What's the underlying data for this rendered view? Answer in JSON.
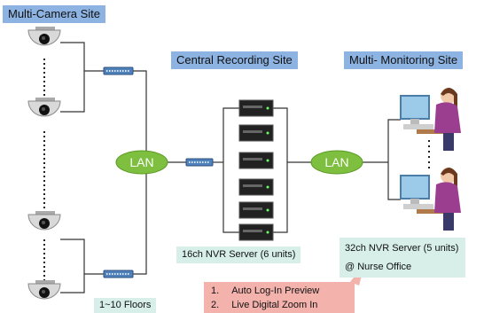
{
  "titles": {
    "camera_site": "Multi-Camera Site",
    "recording_site": "Central Recording Site",
    "monitoring_site": "Multi- Monitoring Site"
  },
  "lan": {
    "left": "LAN",
    "right": "LAN"
  },
  "boxes": {
    "nvr16": "16ch NVR Server (6 units)",
    "nvr32": "32ch NVR Server (5 units)",
    "nurse": "@ Nurse Office",
    "floors": "1~10 Floors"
  },
  "features": [
    {
      "num": "1.",
      "text": "Auto Log-In Preview"
    },
    {
      "num": "2.",
      "text": "Live Digital Zoom In"
    }
  ],
  "colors": {
    "title_bg": "#8db3e2",
    "lan_green": "#7fbf3f",
    "box_green": "#d7efe8",
    "feature_red": "#f4b2ad",
    "switch_blue": "#4f81bd"
  }
}
